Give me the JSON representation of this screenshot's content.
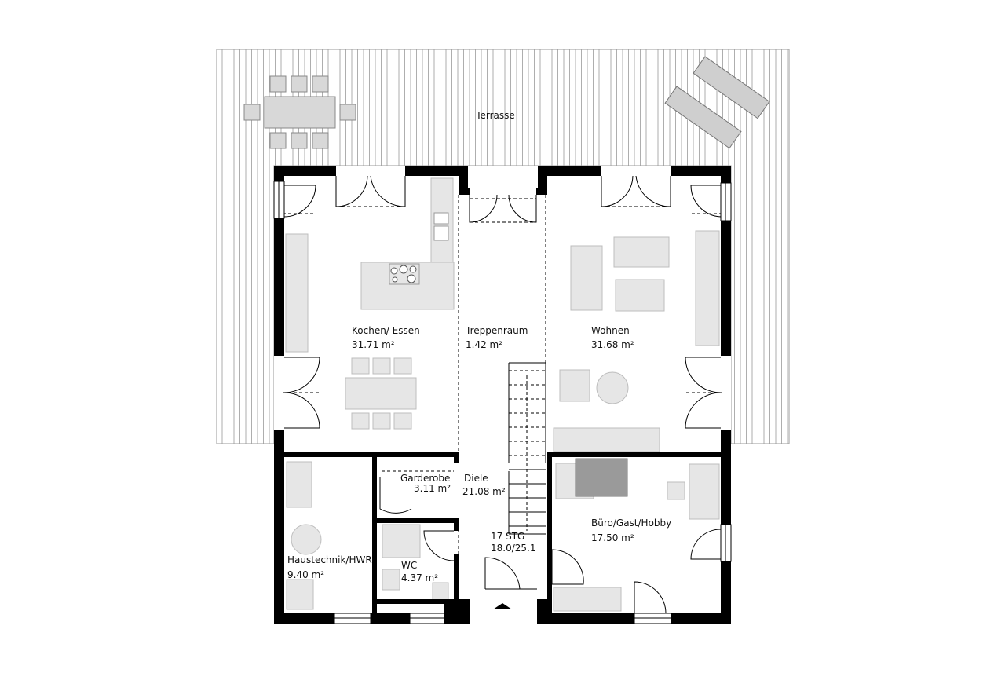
{
  "terrace": {
    "name": "Terrasse"
  },
  "rooms": [
    {
      "id": "kochen",
      "name": "Kochen/ Essen",
      "area": "31.71 m²"
    },
    {
      "id": "treppe",
      "name": "Treppenraum",
      "area": "1.42 m²"
    },
    {
      "id": "wohnen",
      "name": "Wohnen",
      "area": "31.68 m²"
    },
    {
      "id": "garderobe",
      "name": "Garderobe",
      "area": "3.11 m²"
    },
    {
      "id": "diele",
      "name": "Diele",
      "area": "21.08 m²"
    },
    {
      "id": "buero",
      "name": "Büro/Gast/Hobby",
      "area": "17.50 m²"
    },
    {
      "id": "haustech",
      "name": "Haustechnik/HWR",
      "area": "9.40 m²"
    },
    {
      "id": "wc",
      "name": "WC",
      "area": "4.37 m²"
    }
  ],
  "stairs": {
    "steps": "17 STG",
    "ratio": "18.0/25.1"
  },
  "colors": {
    "wall": "#000000",
    "furniture": "#e6e6e6",
    "furniture_stroke": "#b0b0b0",
    "line": "#888888"
  }
}
